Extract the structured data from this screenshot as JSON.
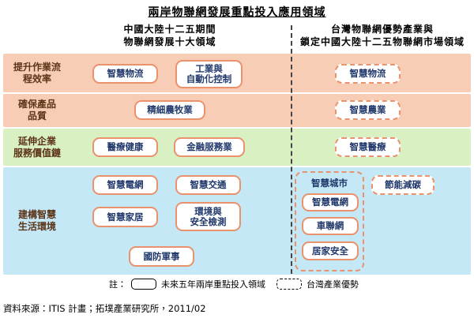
{
  "title": "兩岸物聯網發展重點投入應用領域",
  "headers": {
    "left": [
      "中國大陸十二五期間",
      "物聯網發展十大領域"
    ],
    "right": [
      "台灣物聯網優勢產業與",
      "鎖定中國大陸十二五物聯網市場領域"
    ]
  },
  "row_labels": [
    {
      "line1": "提升作業流",
      "line2": "程效率"
    },
    {
      "line1": "確保產品",
      "line2": "品質"
    },
    {
      "line1": "延伸企業",
      "line2": "服務價值鏈"
    },
    {
      "line1": "建構智慧",
      "line2": "生活環境"
    }
  ],
  "china_boxes": {
    "smart_logistics": "智慧物流",
    "industrial_line1": "工業與",
    "industrial_line2": "自動化控制",
    "precision_farming": "精細農牧業",
    "medical_health": "醫療健康",
    "financial_services": "金融服務業",
    "smart_grid": "智慧電網",
    "smart_transport": "智慧交通",
    "smart_home": "智慧家居",
    "environment_line1": "環境與",
    "environment_line2": "安全檢測",
    "defense_military": "國防軍事"
  },
  "taiwan_boxes": {
    "smart_logistics": "智慧物流",
    "smart_agriculture": "智慧農業",
    "smart_medical": "智慧醫療",
    "smart_city": "智慧城市",
    "smart_grid": "智慧電網",
    "connected_vehicles": "車聯網",
    "home_safety": "居家安全",
    "energy_carbon": "節能減碳"
  },
  "legend": {
    "prefix": "註：",
    "solid_label": "未來五年兩岸重點投入領域",
    "dashed_label": "台灣產業優勢"
  },
  "source": "資料來源：ITIS 計畫；拓墣產業研究所，2011/02",
  "colors": {
    "band_salmon": "#F8CDB6",
    "band_green": "#D8F0C2",
    "band_blue": "#C5E8F6",
    "box_border_solid": "#E9926C",
    "box_text": "#20386B",
    "row_label_text": "#5C3418",
    "divider": "#444444"
  }
}
